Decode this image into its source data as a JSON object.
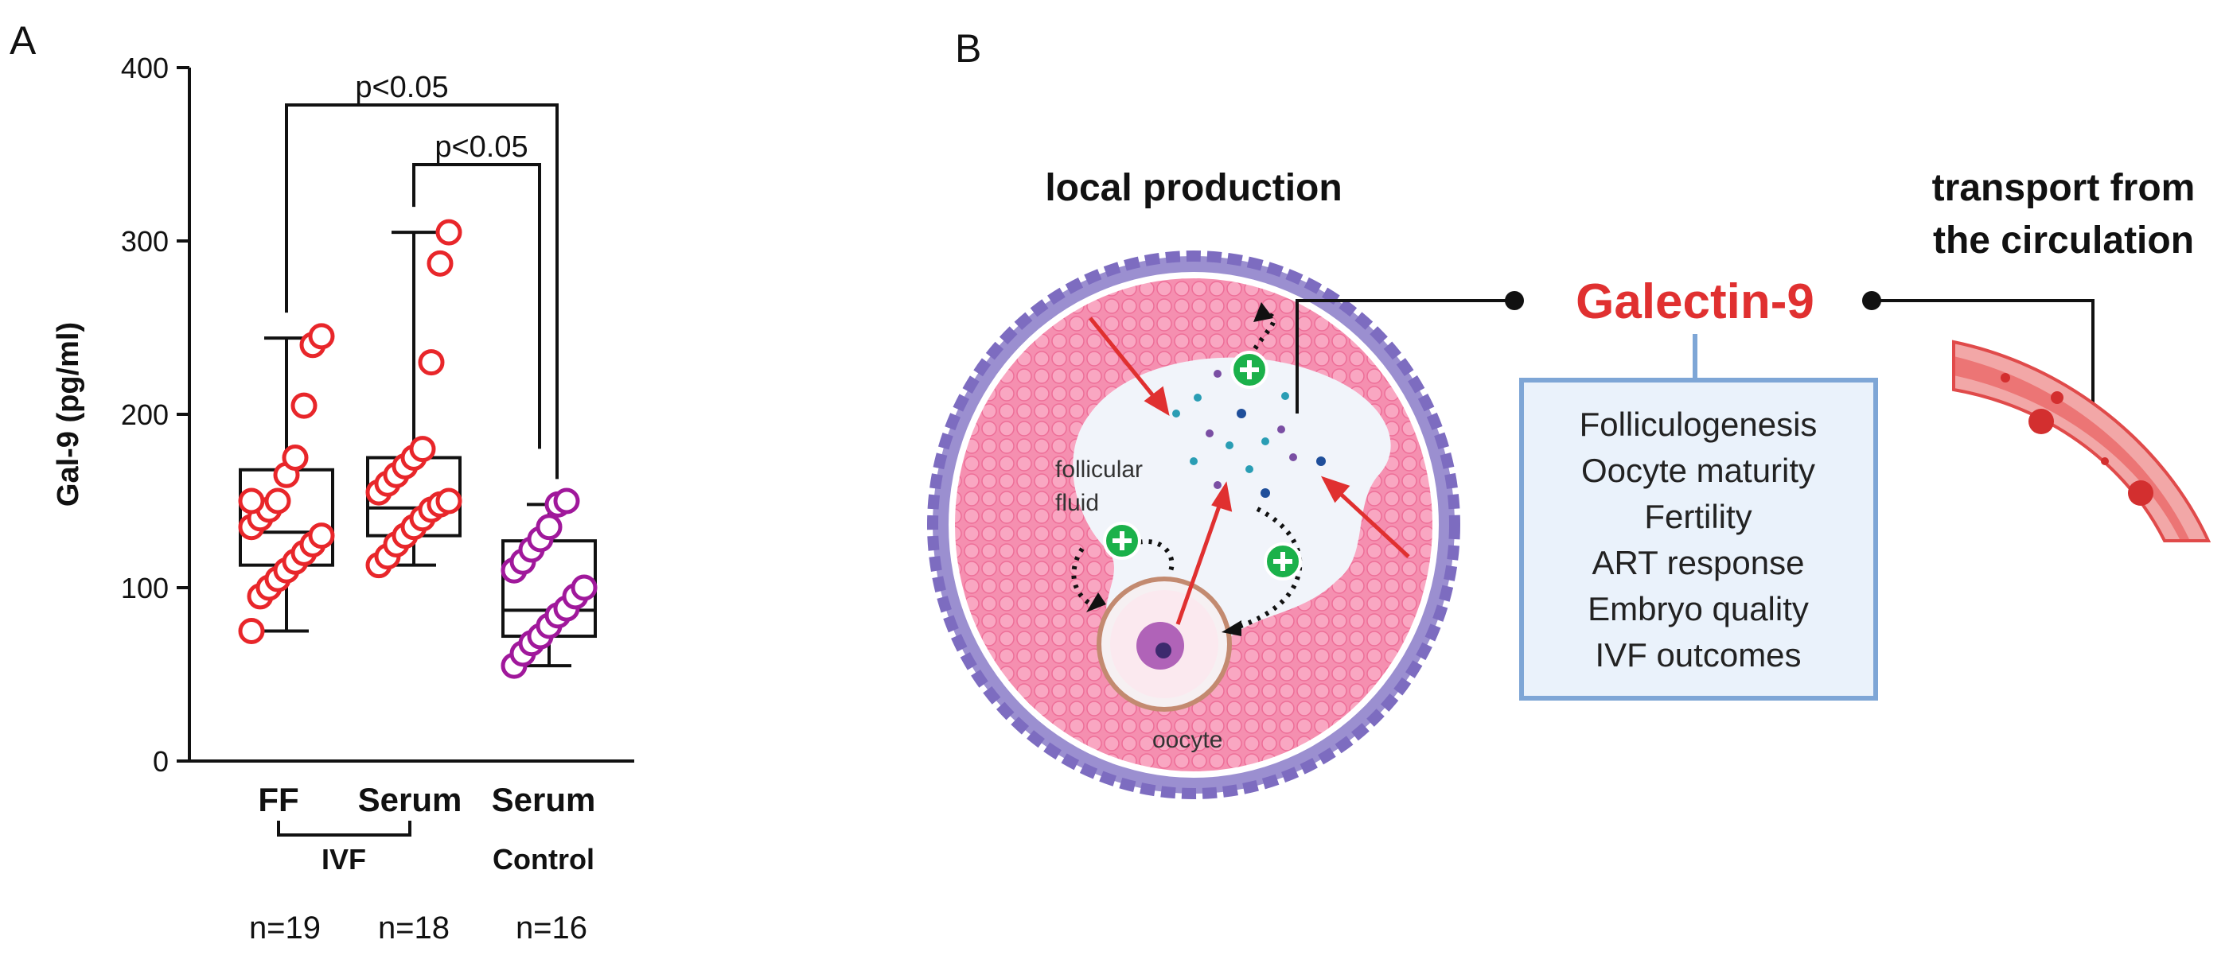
{
  "panel_a": {
    "letter": "A",
    "ylabel": "Gal-9 (pg/ml)",
    "groups": [
      {
        "label": "FF",
        "n": "n=19"
      },
      {
        "label": "Serum",
        "n": "n=18"
      },
      {
        "label": "Serum",
        "n": "n=16"
      }
    ],
    "bracket_label": "IVF",
    "control_label": "Control",
    "sig_labels": [
      "p<0.05",
      "p<0.05"
    ]
  },
  "chart_data": {
    "type": "box",
    "ylabel": "Gal-9 (pg/ml)",
    "ylim": [
      0,
      400
    ],
    "yticks": [
      0,
      100,
      200,
      300,
      400
    ],
    "categories": [
      "FF",
      "Serum",
      "Serum"
    ],
    "series": [
      {
        "color": "#e8262a",
        "whisker": [
          75,
          244
        ],
        "q1": 113,
        "median": 132,
        "q3": 168,
        "points": [
          75,
          95,
          100,
          105,
          110,
          115,
          120,
          125,
          130,
          135,
          140,
          145,
          150,
          165,
          175,
          205,
          240,
          245,
          150
        ]
      },
      {
        "color": "#e8262a",
        "whisker": [
          113,
          305
        ],
        "q1": 130,
        "median": 146,
        "q3": 175,
        "points": [
          113,
          118,
          125,
          130,
          135,
          140,
          145,
          148,
          150,
          155,
          160,
          165,
          170,
          175,
          180,
          230,
          287,
          305
        ]
      },
      {
        "color": "#a0189b",
        "whisker": [
          55,
          148
        ],
        "q1": 72,
        "median": 87,
        "q3": 127,
        "points": [
          55,
          62,
          68,
          72,
          78,
          84,
          88,
          95,
          100,
          110,
          115,
          122,
          128,
          135,
          148,
          150
        ]
      }
    ],
    "significance": [
      {
        "from": 0,
        "to": 2,
        "label": "p<0.05"
      },
      {
        "from": 1,
        "to": 2,
        "label": "p<0.05"
      }
    ]
  },
  "panel_b": {
    "letter": "B",
    "left_heading": "local production",
    "right_heading_line1": "transport from",
    "right_heading_line2": "the circulation",
    "center_title": "Galectin-9",
    "box_items": [
      "Folliculogenesis",
      "Oocyte maturity",
      "Fertility",
      "ART response",
      "Embryo quality",
      "IVF outcomes"
    ],
    "fluid_label_line1": "follicular",
    "fluid_label_line2": "fluid",
    "oocyte_label": "oocyte",
    "colors": {
      "accent_red": "#e03030",
      "box_border": "#7ea6d6",
      "box_fill": "#eaf2fb",
      "follicle_pink": "#f27aa0",
      "membrane_purple": "#8f7fc8",
      "plus_green": "#1bb14a"
    }
  }
}
